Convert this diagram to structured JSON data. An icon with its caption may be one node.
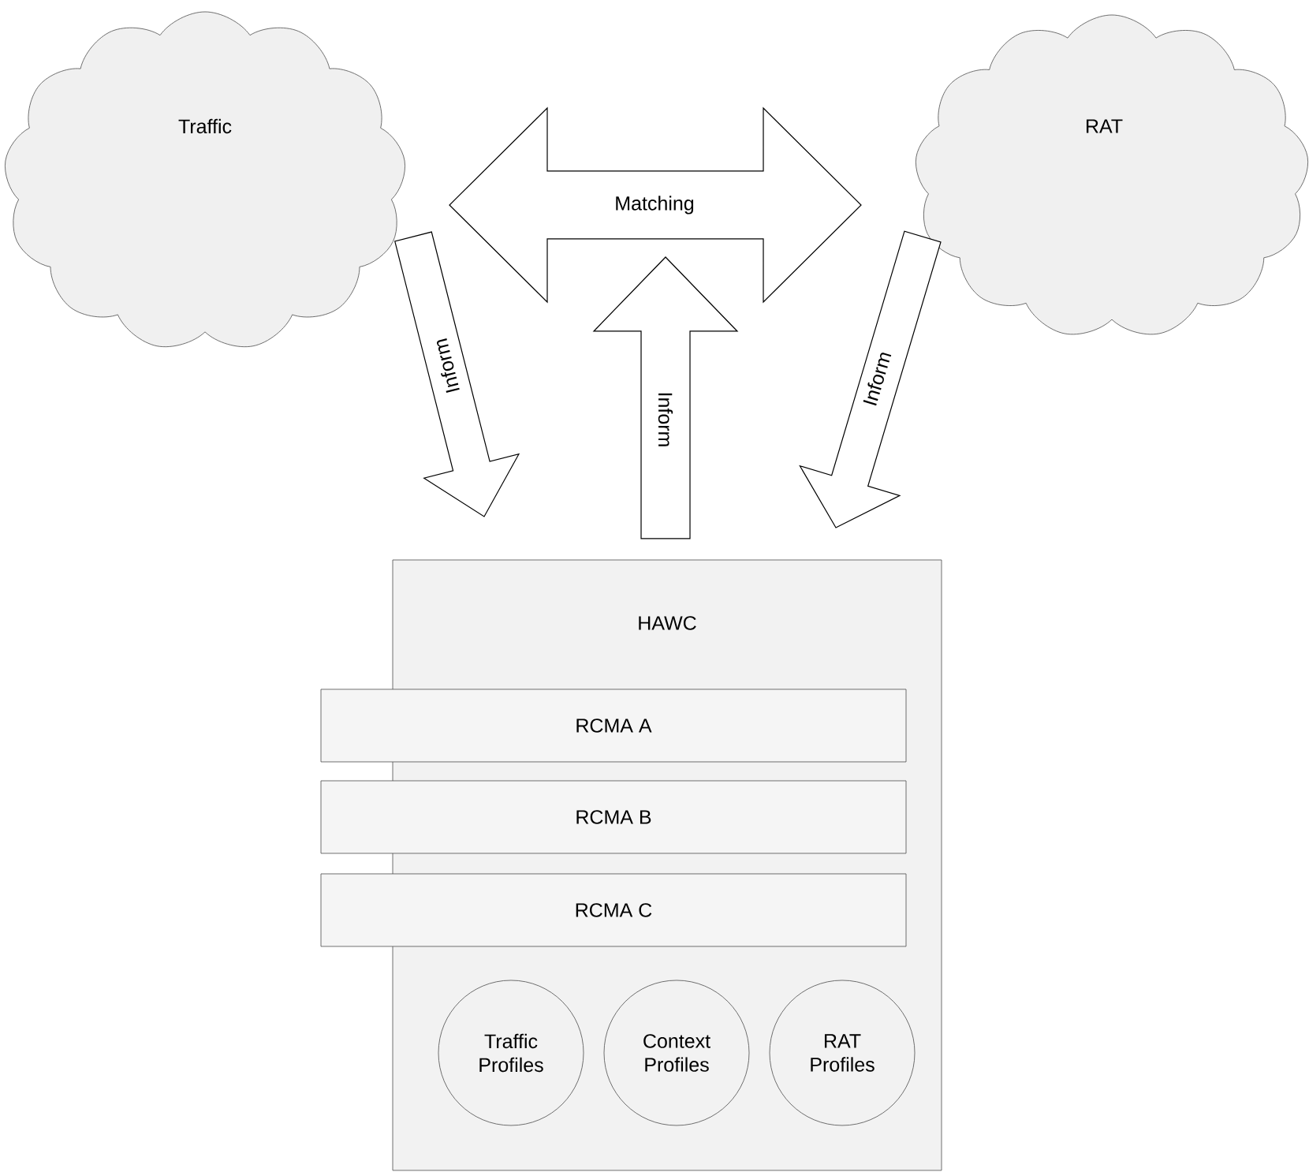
{
  "diagram": {
    "nodes": [
      {
        "text": [
          "Traffic"
        ]
      },
      {
        "text": [
          "RAT"
        ]
      },
      {
        "text": [
          "HAWC"
        ]
      },
      {
        "text": [
          "RCMA A"
        ]
      },
      {
        "text": [
          "RCMA B"
        ]
      },
      {
        "text": [
          "RCMA C"
        ]
      },
      {
        "text": [
          "Traffic Profiles"
        ],
        "in": 2
      },
      {
        "text": [
          "Context Profiles"
        ],
        "in": 2
      },
      {
        "text": [
          "RAT Profiles"
        ],
        "in": 2
      }
    ],
    "edges": [
      {
        "from": 0,
        "to": 1,
        "arrow": "both",
        "label": "Matching"
      },
      {
        "from": 0,
        "to": 2,
        "arrow": "to",
        "label": "Inform"
      },
      {
        "from": 2,
        "to": null,
        "arrow": "to",
        "label": "Inform"
      },
      {
        "from": 1,
        "to": 2,
        "arrow": "to",
        "label": "Inform"
      }
    ]
  }
}
